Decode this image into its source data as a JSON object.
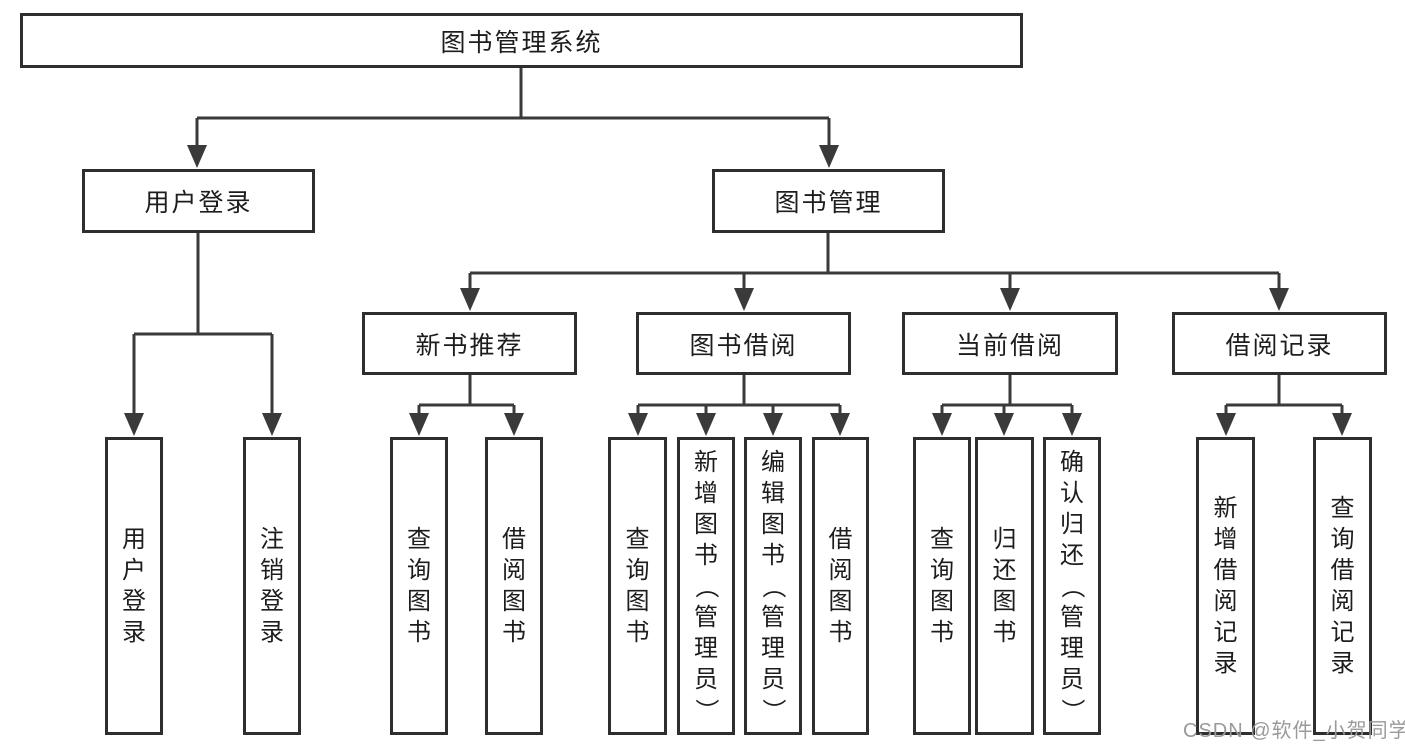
{
  "colors": {
    "line": "#3a3a3a",
    "box_border": "#2e2e2e",
    "text": "#1d1d1d",
    "watermark": "#9a9a9a",
    "background": "#ffffff"
  },
  "watermark": {
    "text": "CSDN @软件_小贺同学"
  },
  "tree": {
    "root": {
      "label": "图书管理系统",
      "children": [
        {
          "label": "用户登录",
          "children": [
            {
              "label": "用户登录"
            },
            {
              "label": "注销登录"
            }
          ]
        },
        {
          "label": "图书管理",
          "children": [
            {
              "label": "新书推荐",
              "children": [
                {
                  "label": "查询图书"
                },
                {
                  "label": "借阅图书"
                }
              ]
            },
            {
              "label": "图书借阅",
              "children": [
                {
                  "label": "查询图书"
                },
                {
                  "label": "新增图书（管理员）"
                },
                {
                  "label": "编辑图书（管理员）"
                },
                {
                  "label": "借阅图书"
                }
              ]
            },
            {
              "label": "当前借阅",
              "children": [
                {
                  "label": "查询图书"
                },
                {
                  "label": "归还图书"
                },
                {
                  "label": "确认归还（管理员）"
                }
              ]
            },
            {
              "label": "借阅记录",
              "children": [
                {
                  "label": "新增借阅记录"
                },
                {
                  "label": "查询借阅记录"
                }
              ]
            }
          ]
        }
      ]
    }
  }
}
